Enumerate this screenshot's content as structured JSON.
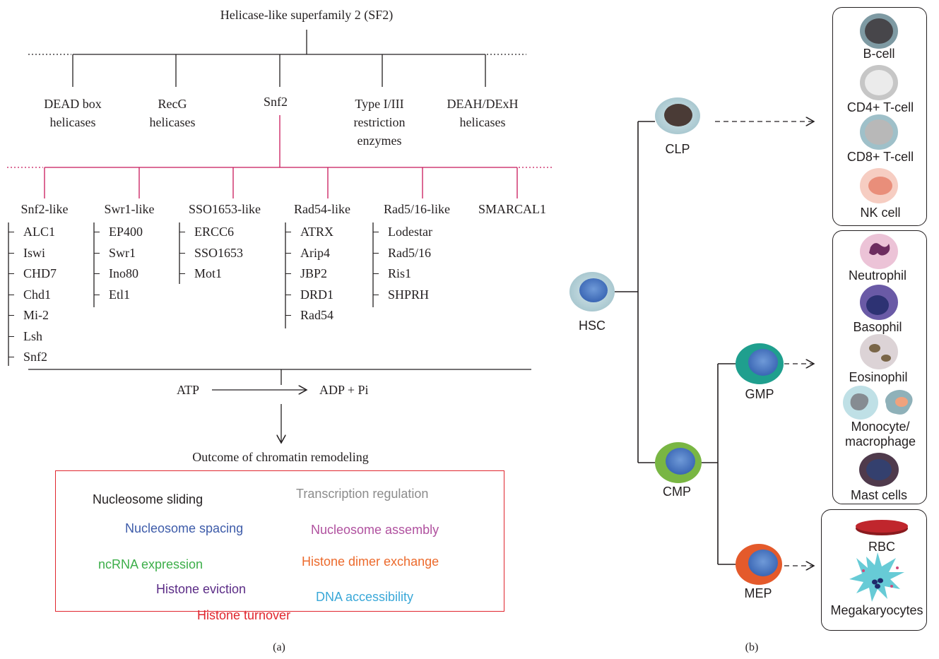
{
  "panel_a": {
    "root": "Helicase-like superfamily 2 (SF2)",
    "families": [
      {
        "name": "DEAD box\nhelicases"
      },
      {
        "name": "RecG\nhelicases"
      },
      {
        "name": "Snf2"
      },
      {
        "name": "Type I/III\nrestriction\nenzymes"
      },
      {
        "name": "DEAH/DExH\nhelicases"
      }
    ],
    "subfamilies": [
      {
        "name": "Snf2-like",
        "members": [
          "ALC1",
          "Iswi",
          "CHD7",
          "Chd1",
          "Mi-2",
          "Lsh",
          "Snf2"
        ]
      },
      {
        "name": "Swr1-like",
        "members": [
          "EP400",
          "Swr1",
          "Ino80",
          "Etl1"
        ]
      },
      {
        "name": "SSO1653-like",
        "members": [
          "ERCC6",
          "SSO1653",
          "Mot1"
        ]
      },
      {
        "name": "Rad54-like",
        "members": [
          "ATRX",
          "Arip4",
          "JBP2",
          "DRD1",
          "Rad54"
        ]
      },
      {
        "name": "Rad5/16-like",
        "members": [
          "Lodestar",
          "Rad5/16",
          "Ris1",
          "SHPRH"
        ]
      },
      {
        "name": "SMARCAL1",
        "members": []
      }
    ],
    "reaction": {
      "left": "ATP",
      "right": "ADP + Pi"
    },
    "outcome_title": "Outcome of chromatin remodeling",
    "outcomes": [
      {
        "text": "Nucleosome sliding",
        "color": "#231f20"
      },
      {
        "text": "Transcription regulation",
        "color": "#8c8c8c"
      },
      {
        "text": "Nucleosome spacing",
        "color": "#3d5ba9"
      },
      {
        "text": "Nucleosome assembly",
        "color": "#b0519f"
      },
      {
        "text": "ncRNA expression",
        "color": "#3cae49"
      },
      {
        "text": "Histone dimer exchange",
        "color": "#ec6a2c"
      },
      {
        "text": "Histone eviction",
        "color": "#5b2c86"
      },
      {
        "text": "DNA accessibility",
        "color": "#3aa8d8"
      },
      {
        "text": "Histone turnover",
        "color": "#e0262e"
      }
    ],
    "caption": "(a)"
  },
  "panel_b": {
    "progenitors": {
      "hsc": "HSC",
      "clp": "CLP",
      "cmp": "CMP",
      "gmp": "GMP",
      "mep": "MEP"
    },
    "lymphoid": [
      "B-cell",
      "CD4+ T-cell",
      "CD8+ T-cell",
      "NK cell"
    ],
    "myeloid": [
      "Neutrophil",
      "Basophil",
      "Eosinophil",
      "Monocyte/\nmacrophage",
      "Mast cells"
    ],
    "erythroid": [
      "RBC",
      "Megakaryocytes"
    ],
    "caption": "(b)"
  },
  "colors": {
    "line": "#231f20",
    "snf2_branch": "#c8185a",
    "outcome_border": "#e0262e"
  }
}
